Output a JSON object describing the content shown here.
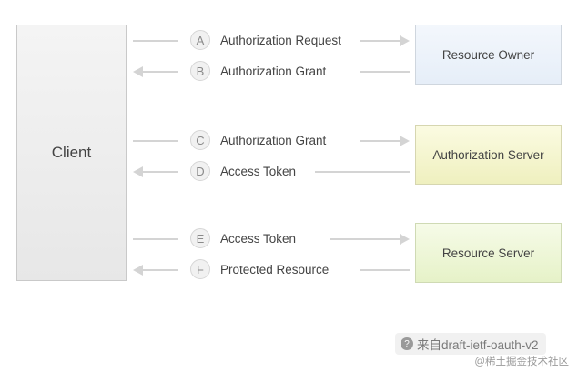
{
  "boxes": {
    "client": "Client",
    "resource_owner": "Resource Owner",
    "authorization_server": "Authorization Server",
    "resource_server": "Resource Server"
  },
  "steps": [
    {
      "letter": "A",
      "label": "Authorization Request",
      "direction": "right"
    },
    {
      "letter": "B",
      "label": "Authorization Grant",
      "direction": "left"
    },
    {
      "letter": "C",
      "label": "Authorization Grant",
      "direction": "right"
    },
    {
      "letter": "D",
      "label": "Access Token",
      "direction": "left"
    },
    {
      "letter": "E",
      "label": "Access Token",
      "direction": "right"
    },
    {
      "letter": "F",
      "label": "Protected Resource",
      "direction": "left"
    }
  ],
  "watermark": {
    "text": "来自draft-ietf-oauth-v2",
    "icon": "question-icon"
  },
  "credit": "@稀土掘金技术社区",
  "colors": {
    "arrow": "#d4d4d4",
    "resource_owner_bg": "#e6eef8",
    "authorization_server_bg": "#eff0bf",
    "resource_server_bg": "#e6f2c8",
    "client_bg": "#ececec"
  }
}
